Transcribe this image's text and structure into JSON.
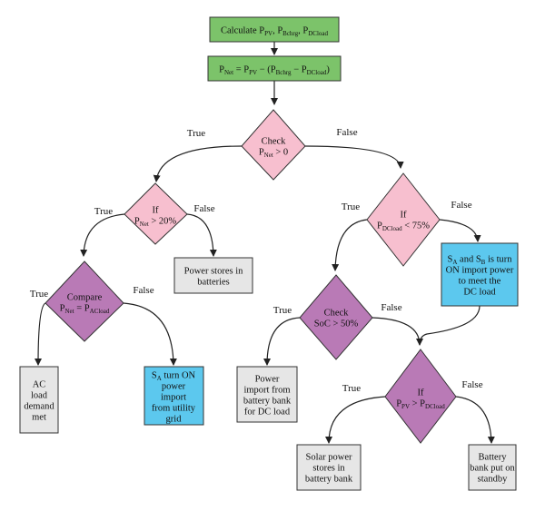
{
  "colors": {
    "process_green": "#7cc36a",
    "decision_pink": "#f7bfcf",
    "decision_purple": "#b97ab6",
    "action_blue": "#5cc8ee",
    "terminal_gray": "#e6e6e6",
    "stroke": "#333333"
  },
  "labels": {
    "true": "True",
    "false": "False"
  },
  "nodes": {
    "calc": [
      "Calculate P|PV|, P|Bchrg|, P|DCload|"
    ],
    "pnet": [
      "P|Net| = P|PV| − (P|Bchrg| − P|DCload|)"
    ],
    "check_pnet": [
      "Check",
      "P|Net| > 0"
    ],
    "if_pnet20": [
      "If",
      "P|Net| > 20%"
    ],
    "if_pdc75": [
      "If",
      "P|DCload| < 75%"
    ],
    "power_stores": [
      "Power stores in",
      "batteries"
    ],
    "compare": [
      "Compare",
      "P|Net| = P|ACload|"
    ],
    "sa_sb_turn_on": [
      "S|A| and S|B| is turn",
      "ON import power",
      "to meet the",
      "DC load"
    ],
    "check_soc": [
      "Check",
      "SoC > 50%"
    ],
    "ac_load_met": [
      "AC",
      "load",
      "demand",
      "met"
    ],
    "sa_turn_on": [
      "S|A| turn ON",
      "power",
      "import",
      "from utility",
      "grid"
    ],
    "power_import_battery": [
      "Power",
      "import from",
      "battery bank",
      "for DC load"
    ],
    "if_ppv": [
      "If",
      "P|PV| > P|DCload|"
    ],
    "solar_stores": [
      "Solar power",
      "stores in",
      "battery bank"
    ],
    "battery_standby": [
      "Battery",
      "bank put on",
      "standby"
    ]
  }
}
